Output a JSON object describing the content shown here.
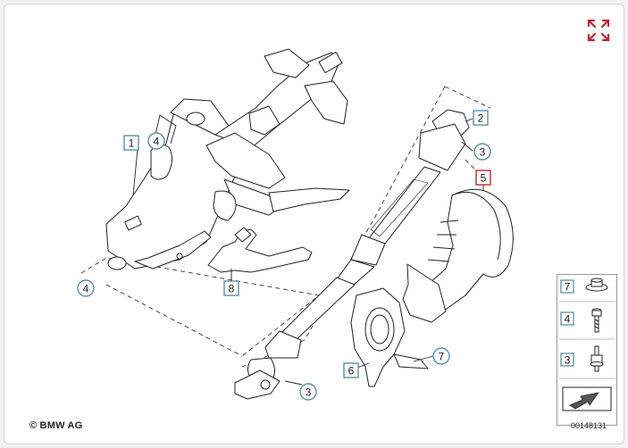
{
  "callouts": [
    {
      "id": "c1",
      "label": "1",
      "shape": "square"
    },
    {
      "id": "c4a",
      "label": "4",
      "shape": "circle"
    },
    {
      "id": "c4b",
      "label": "4",
      "shape": "circle"
    },
    {
      "id": "c8",
      "label": "8",
      "shape": "square"
    },
    {
      "id": "c2",
      "label": "2",
      "shape": "square"
    },
    {
      "id": "c3a",
      "label": "3",
      "shape": "circle"
    },
    {
      "id": "c5",
      "label": "5",
      "shape": "square-red"
    },
    {
      "id": "c6",
      "label": "6",
      "shape": "square"
    },
    {
      "id": "c7",
      "label": "7",
      "shape": "circle"
    },
    {
      "id": "c3b",
      "label": "3",
      "shape": "circle"
    }
  ],
  "legend": {
    "items": [
      {
        "label": "7",
        "icon": "flange-screw-icon"
      },
      {
        "label": "4",
        "icon": "bolt-icon"
      },
      {
        "label": "3",
        "icon": "nut-bolt-icon"
      }
    ],
    "direction_icon": "forward-arrow-icon"
  },
  "image_number": "00148131",
  "copyright": "© BMW AG",
  "colors": {
    "callout_border": "#5a8fa8",
    "callout_highlight": "#c0272d",
    "expand_icon": "#c0272d",
    "line": "#222222"
  }
}
